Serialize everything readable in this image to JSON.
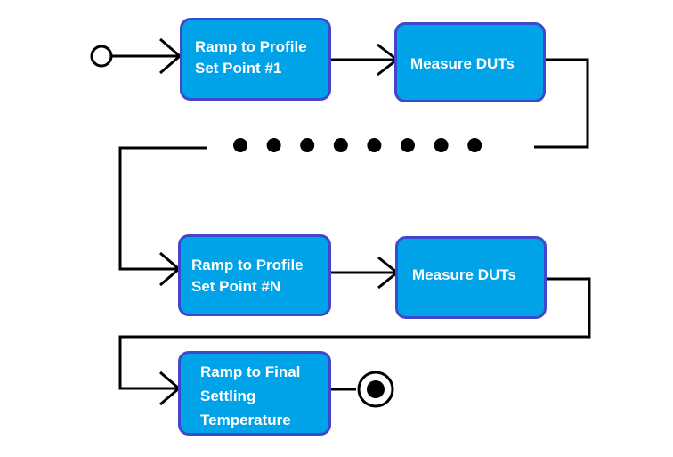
{
  "nodes": {
    "ramp_profile_1": "Ramp to Profile\nSet Point #1",
    "measure_duts_1": "Measure DUTs",
    "ramp_profile_n": "Ramp to Profile\nSet Point #N",
    "measure_duts_n": "Measure DUTs",
    "ramp_final": "Ramp to Final\nSettling\nTemperature"
  },
  "ellipsis_dot_count": 8,
  "colors": {
    "box_fill": "#00a2e8",
    "box_border": "#3f48cc",
    "box_text": "#ffffff",
    "line": "#000000"
  }
}
